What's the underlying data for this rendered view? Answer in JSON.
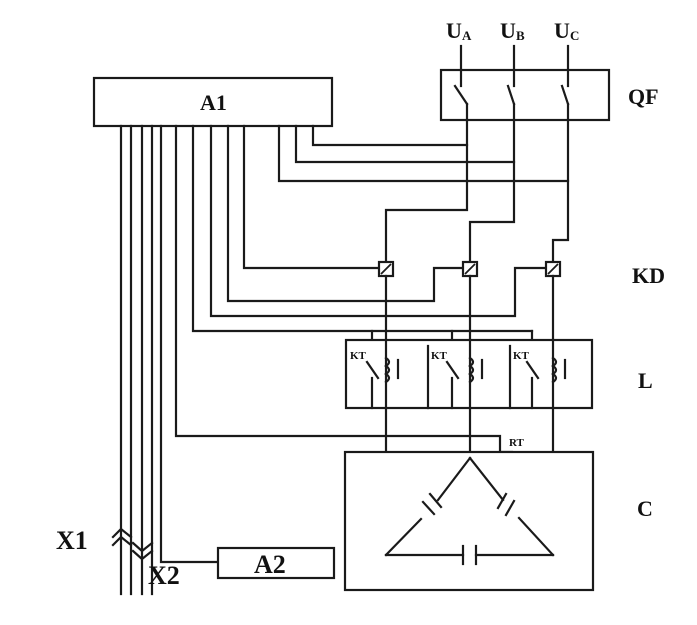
{
  "labels": {
    "a1": "A1",
    "a2": "A2",
    "qf": "QF",
    "kd": "KD",
    "l": "L",
    "c": "C",
    "x1": "X1",
    "x2": "X2",
    "rt": "RT",
    "kt": "KT"
  },
  "phases": [
    {
      "letter": "U",
      "sub": "A"
    },
    {
      "letter": "U",
      "sub": "B"
    },
    {
      "letter": "U",
      "sub": "C"
    }
  ]
}
